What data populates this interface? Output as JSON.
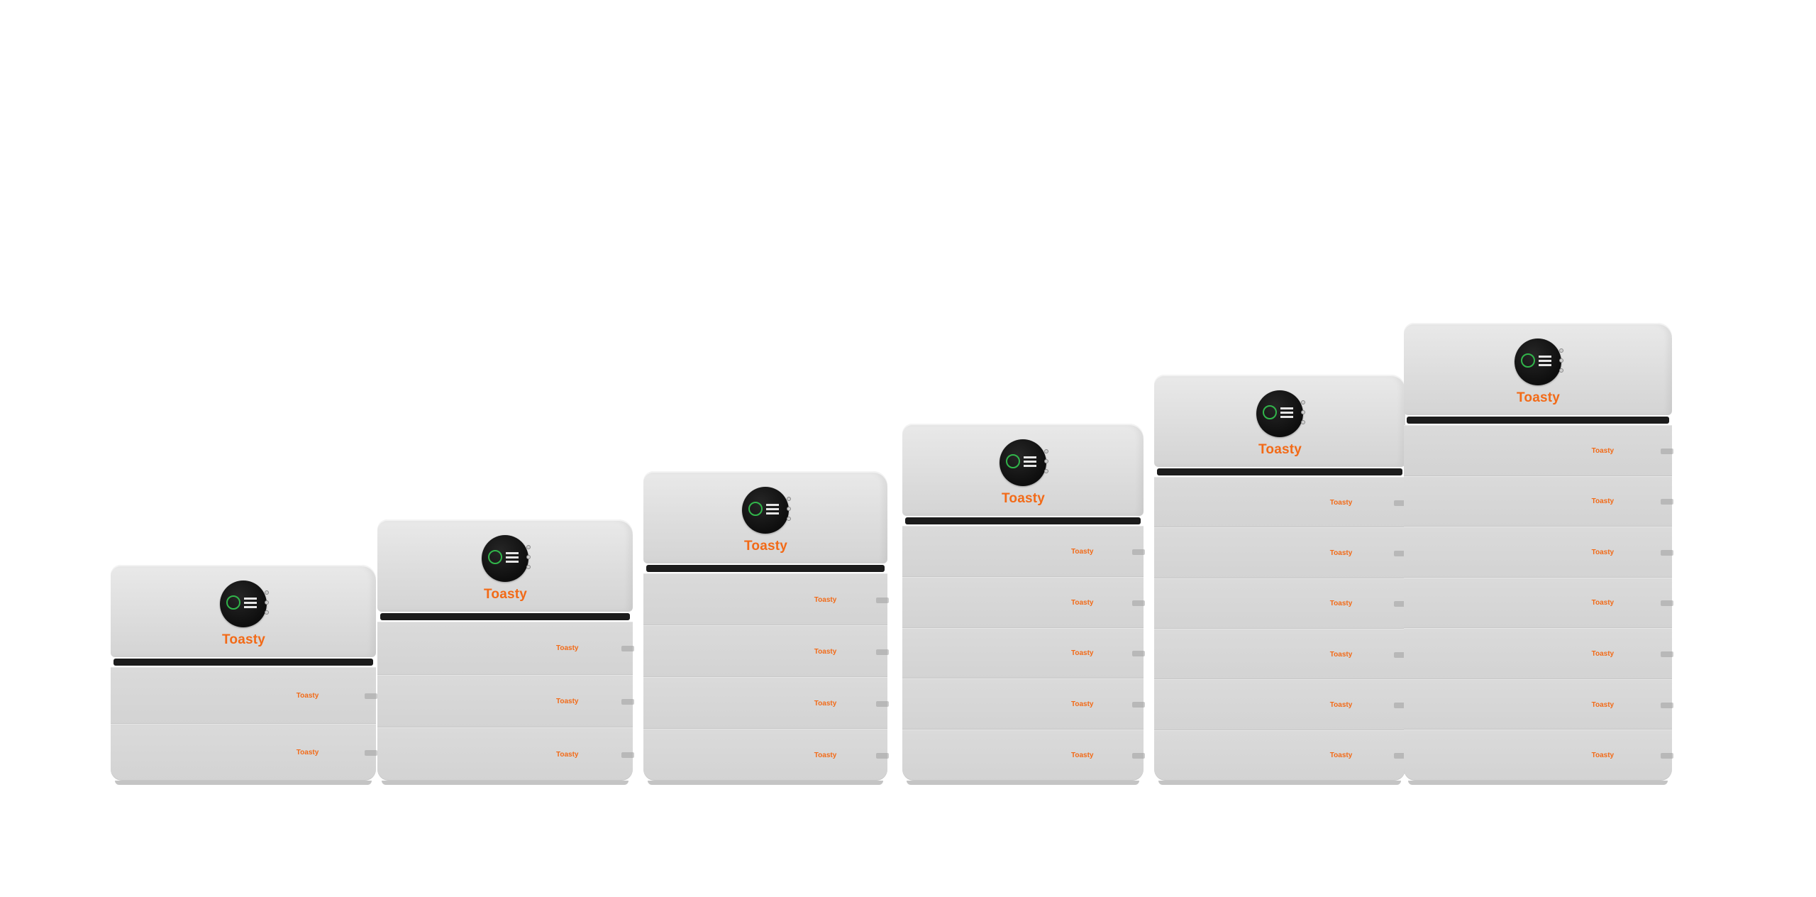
{
  "brand": "Toasty",
  "colors": {
    "brand": "#f26a17",
    "indicator_ring": "#31b54a",
    "body": "#d6d6d6",
    "band": "#1c1c1c"
  },
  "units": [
    {
      "modules": 2
    },
    {
      "modules": 3
    },
    {
      "modules": 4
    },
    {
      "modules": 5
    },
    {
      "modules": 6
    },
    {
      "modules": 7
    }
  ]
}
